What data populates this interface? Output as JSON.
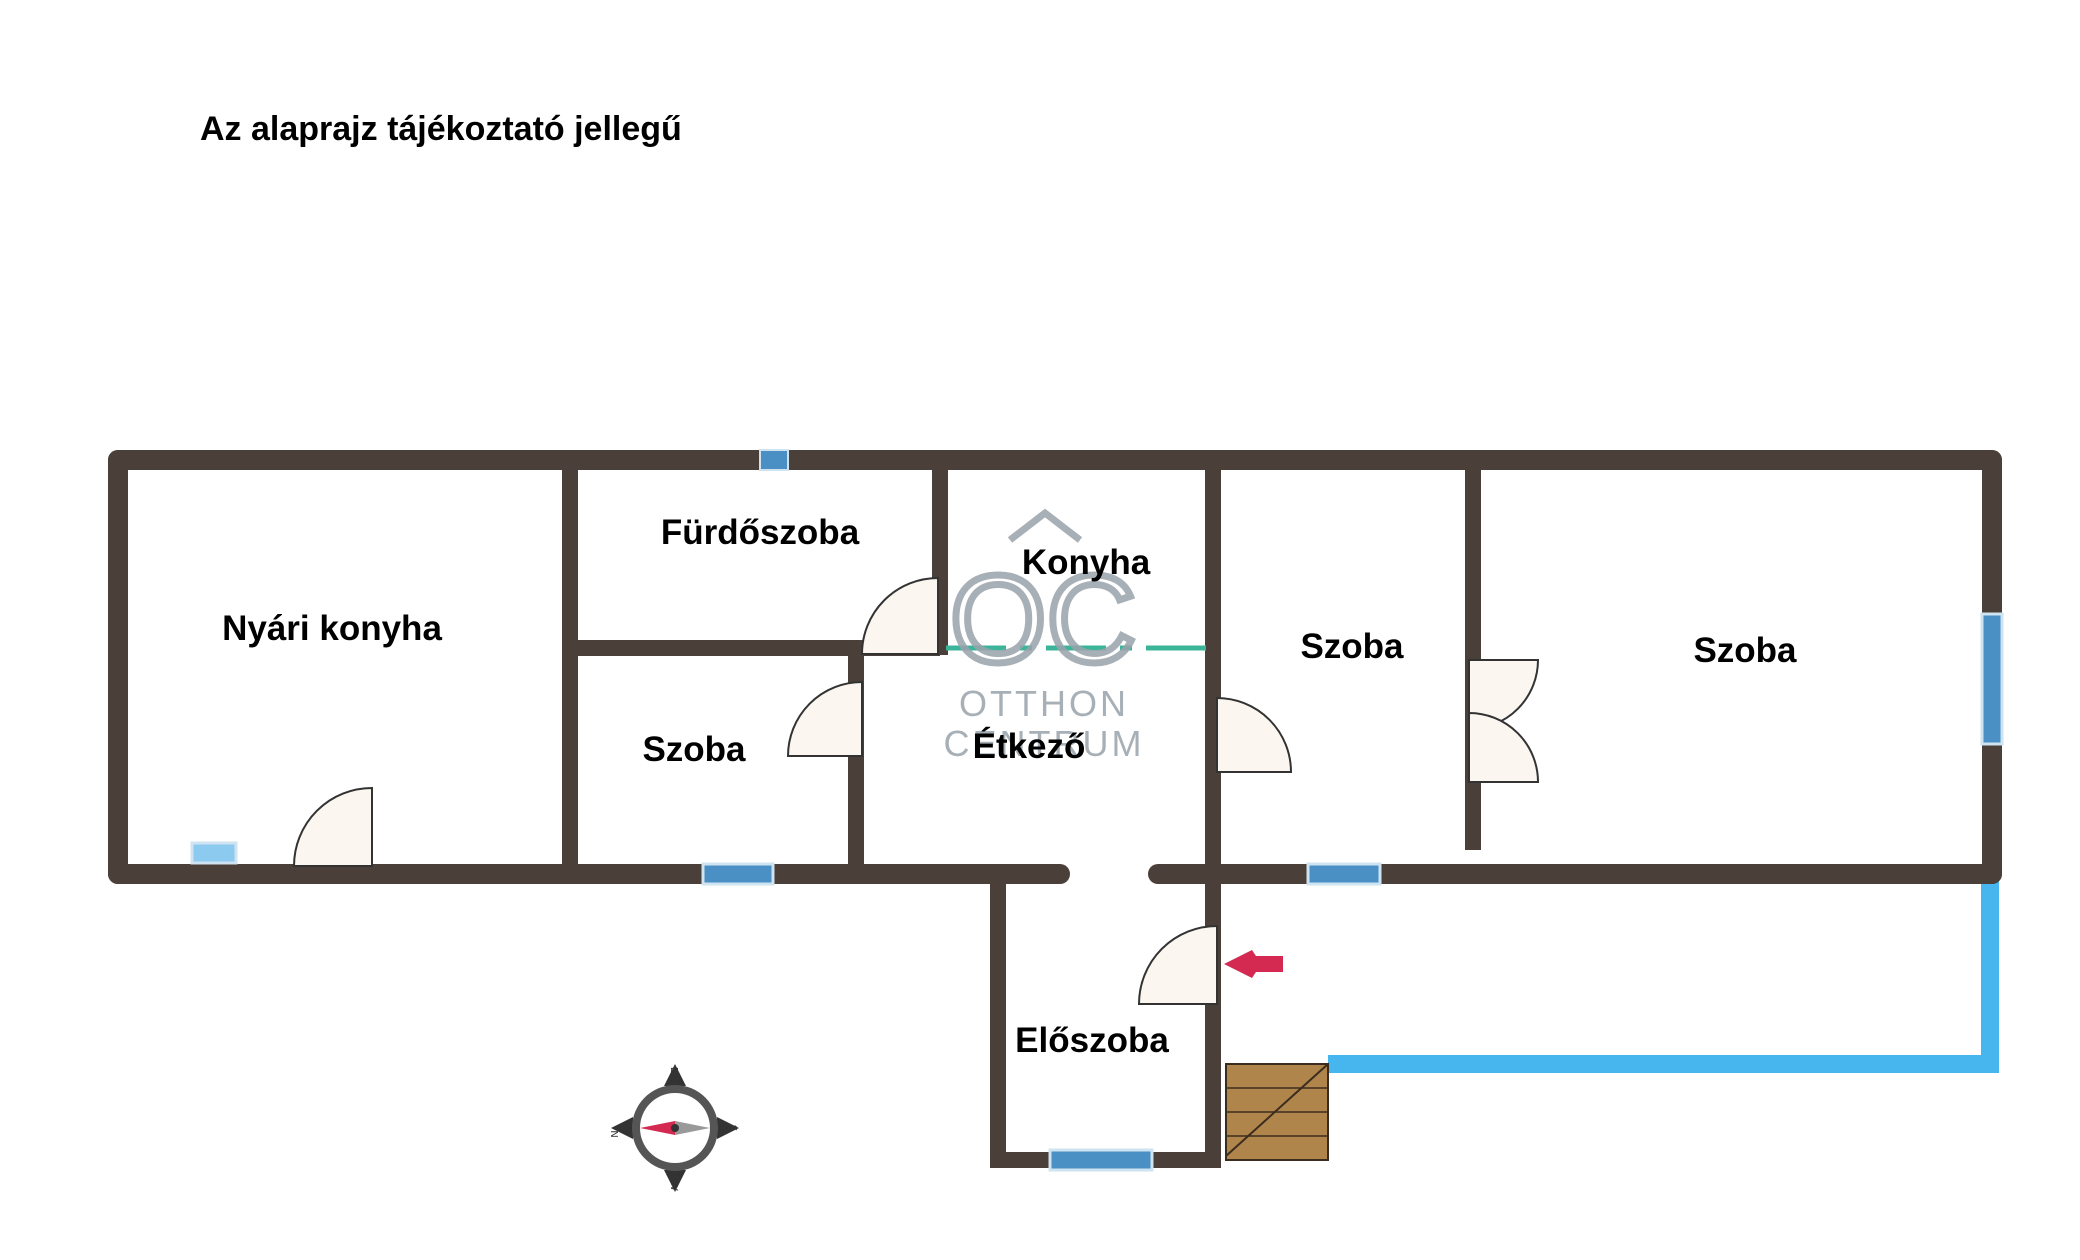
{
  "disclaimer": "Az alaprajz tájékoztató jellegű",
  "rooms": {
    "nyari_konyha": "Nyári konyha",
    "furdoszoba": "Fürdőszoba",
    "konyha": "Konyha",
    "szoba_small": "Szoba",
    "etkezo": "Étkező",
    "szoba_middle": "Szoba",
    "szoba_right": "Szoba",
    "eloszoba": "Előszoba"
  },
  "watermark": {
    "logo_mark": "OC",
    "line1": "OTTHON",
    "line2": "CENTRUM"
  },
  "compass": {
    "north": "N",
    "east": "E",
    "south": "S",
    "west": "W"
  },
  "colors": {
    "wall": "#4a3f39",
    "window": "#4a90c4",
    "window_light": "#8ccaf0",
    "door_fill": "#fbf6ef",
    "terrace_outline": "#47b6ee",
    "stairs": "#b0854b",
    "kitchen_divider": "#3bb59a",
    "entrance_arrow": "#d42a52",
    "watermark": "#9aa3ab"
  },
  "icons": {
    "entrance": "entrance-arrow-icon",
    "compass": "compass-icon"
  }
}
